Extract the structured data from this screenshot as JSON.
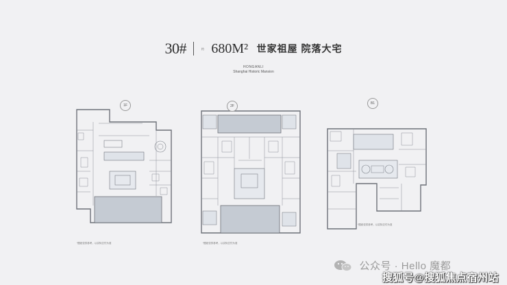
{
  "header": {
    "building": "30#",
    "area_prefix": "约",
    "area": "680M²",
    "title": "世家祖屋 院落大宅"
  },
  "subtitle": {
    "line1": "HONGANLI",
    "line2": "Shanghai Historic Mansion"
  },
  "plans": [
    {
      "badge": "1F",
      "note": "*图纸仅供参考，以实际交付为准"
    },
    {
      "badge": "2F",
      "note": "*图纸仅供参考，以实际交付为准"
    },
    {
      "badge": "B1",
      "note": "*图纸仅供参考，以实际交付为准"
    }
  ],
  "watermark": {
    "logo": "wechat-logo",
    "text": "公众号 · Hello 魔都"
  },
  "footer": {
    "text": "搜狐号@搜狐焦点宿州站"
  },
  "colors": {
    "background": "#f1f1f3",
    "wall": "#6c7078",
    "room_fill": "#dfe3e9",
    "courtyard": "#c5cbd3"
  }
}
